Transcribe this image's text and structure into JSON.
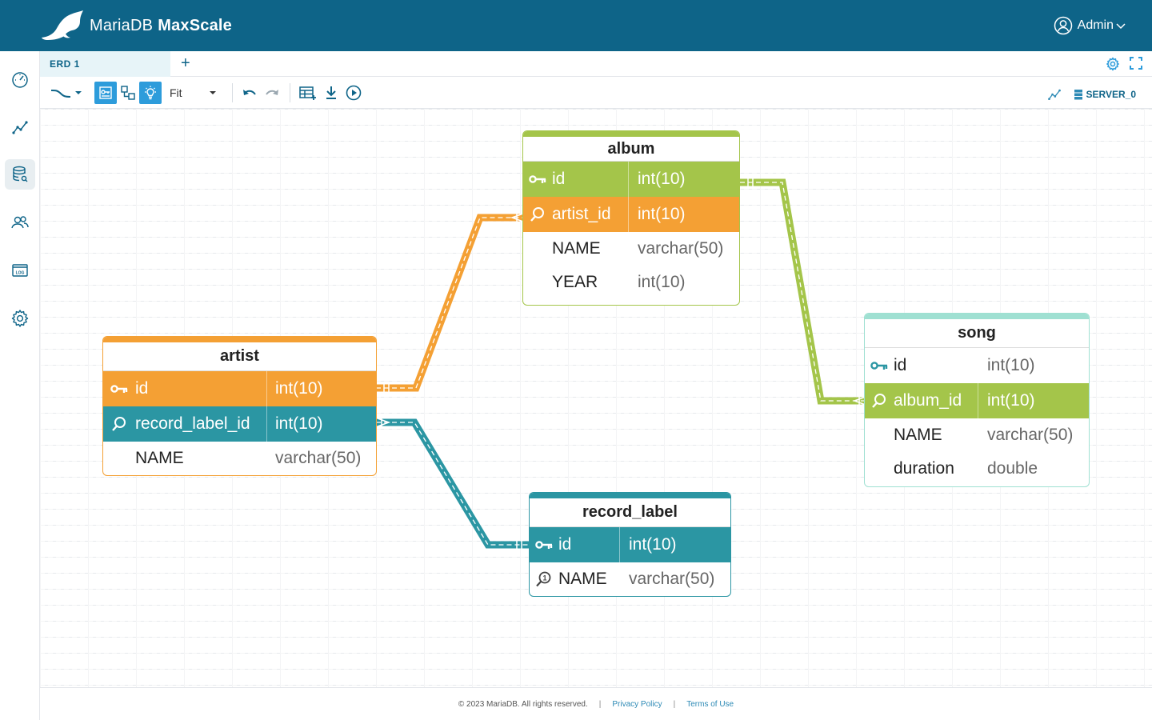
{
  "app": {
    "brand": "MariaDB",
    "product": "MaxScale"
  },
  "user": {
    "name": "Admin"
  },
  "sidebar": {
    "items": [
      {
        "icon": "dashboard-icon"
      },
      {
        "icon": "monitor-icon"
      },
      {
        "icon": "query-editor-icon",
        "active": true
      },
      {
        "icon": "users-icon"
      },
      {
        "icon": "logs-icon"
      },
      {
        "icon": "settings-icon"
      }
    ]
  },
  "tabs": [
    {
      "label": "ERD 1"
    }
  ],
  "add_tab": "+",
  "toolbar": {
    "zoom": "Fit",
    "server": "SERVER_0"
  },
  "colors": {
    "header": "#0e6488",
    "orange": "#f4a034",
    "green": "#a4c54a",
    "teal": "#2b96a3",
    "song": "#9fe0d2"
  },
  "tables": {
    "album": {
      "title": "album",
      "rows": [
        {
          "name": "id",
          "type": "int(10)"
        },
        {
          "name": "artist_id",
          "type": "int(10)"
        },
        {
          "name": "NAME",
          "type": "varchar(50)"
        },
        {
          "name": "YEAR",
          "type": "int(10)"
        }
      ]
    },
    "artist": {
      "title": "artist",
      "rows": [
        {
          "name": "id",
          "type": "int(10)"
        },
        {
          "name": "record_label_id",
          "type": "int(10)"
        },
        {
          "name": "NAME",
          "type": "varchar(50)"
        }
      ]
    },
    "song": {
      "title": "song",
      "rows": [
        {
          "name": "id",
          "type": "int(10)"
        },
        {
          "name": "album_id",
          "type": "int(10)"
        },
        {
          "name": "NAME",
          "type": "varchar(50)"
        },
        {
          "name": "duration",
          "type": "double"
        }
      ]
    },
    "record_label": {
      "title": "record_label",
      "rows": [
        {
          "name": "id",
          "type": "int(10)"
        },
        {
          "name": "NAME",
          "type": "varchar(50)"
        }
      ]
    }
  },
  "footer": {
    "copyright": "© 2023 MariaDB. All rights reserved.",
    "sep": "|",
    "privacy": "Privacy Policy",
    "terms": "Terms of Use"
  }
}
